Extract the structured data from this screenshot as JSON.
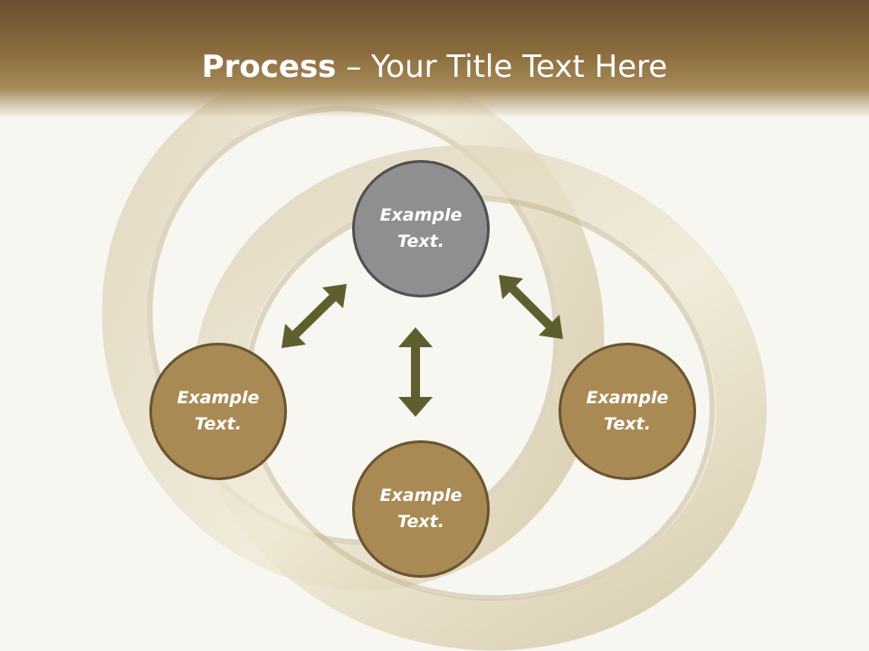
{
  "title": {
    "bold": "Process",
    "rest": " – Your Title Text Here"
  },
  "nodes": {
    "top": "Example Text.",
    "left": "Example Text.",
    "bottom": "Example Text.",
    "right": "Example Text."
  },
  "colors": {
    "title_band": "#8b6c3e",
    "node_gold": "#a98a55",
    "node_gold_border": "#6b5530",
    "node_grey": "#8f8f8f",
    "node_grey_border": "#505050",
    "arrow": "#5e5f2e"
  }
}
